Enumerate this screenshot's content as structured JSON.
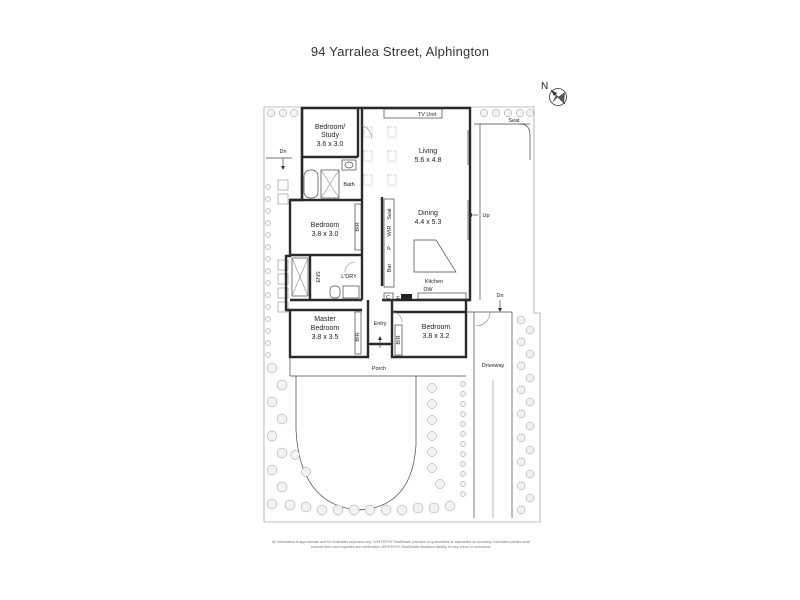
{
  "title": "94 Yarralea Street, Alphington",
  "compass": {
    "label": "N",
    "icon": "compass-icon"
  },
  "rooms": {
    "bedroom_study": {
      "name": "Bedroom/\nStudy",
      "line1": "Bedroom/",
      "line2": "Study",
      "size": "3.6 x 3.0"
    },
    "bath": {
      "name": "Bath"
    },
    "living": {
      "name": "Living",
      "size": "5.6 x 4.8"
    },
    "dining": {
      "name": "Dining",
      "size": "4.4 x 5.3"
    },
    "bedroom2": {
      "name": "Bedroom",
      "size": "3.8 x 3.0"
    },
    "ens": {
      "name": "ENS"
    },
    "laundry": {
      "name": "L'DRY"
    },
    "kitchen": {
      "name": "Kitchen"
    },
    "master": {
      "line1": "Master",
      "line2": "Bedroom",
      "size": "3.8 x 3.5"
    },
    "entry": {
      "name": "Entry"
    },
    "bedroom3": {
      "name": "Bedroom",
      "size": "3.8 x 3.2"
    },
    "porch": {
      "name": "Porch"
    },
    "driveway": {
      "name": "Driveway"
    }
  },
  "labels": {
    "tv_unit": "TV Unit",
    "seat": "Seat",
    "up": "Up",
    "dn1": "Dn",
    "dn2": "Dn",
    "br1": "BIR",
    "br2": "BIR",
    "br3": "BIR",
    "wir": "WIR",
    "seat_vertical": "Seat",
    "p": "P",
    "bar": "Bar",
    "dw": "DW",
    "f": "F",
    "c": "C"
  },
  "disclaimer": "All information is approximate and for illustrative purposes only. WHITEFOX RealEstate provides no guarantees or warranties on accuracy. Interested parties must conduct their own enquiries and verification. WHITEFOX RealEstate disclaims liability for any errors or omissions."
}
